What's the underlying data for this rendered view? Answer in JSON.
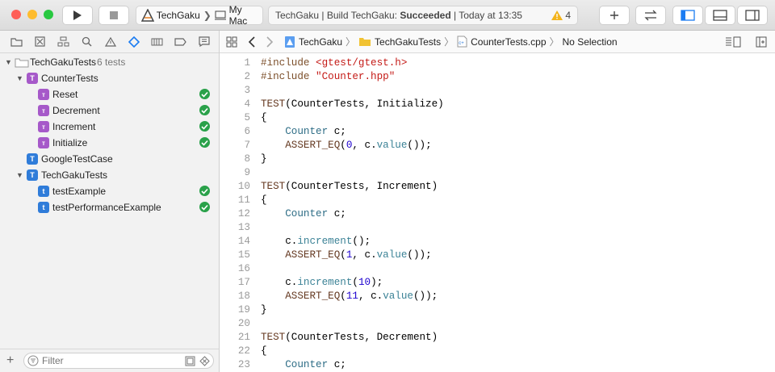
{
  "toolbar": {
    "scheme_name": "TechGaku",
    "scheme_sep": "❯",
    "destination": "My Mac",
    "activity_prefix": "TechGaku | Build TechGaku: ",
    "activity_status": "Succeeded",
    "activity_time": " | Today at 13:35",
    "warning_count": "4",
    "colors": {
      "close": "#fe5f57",
      "minimize": "#febc2e",
      "zoom": "#28c840",
      "accent": "#1b7cf2"
    }
  },
  "sidebar": {
    "navigator_icons": [
      "folder-icon",
      "source-control-icon",
      "hierarchy-icon",
      "search-icon",
      "warning-icon",
      "test-icon",
      "debug-icon",
      "breakpoint-icon",
      "report-icon"
    ],
    "root": {
      "name": "TechGakuTests",
      "count": "6 tests"
    },
    "groups": [
      {
        "name": "CounterTests",
        "badge": "T",
        "badge_color": "#a659c9",
        "tests": [
          {
            "name": "Reset",
            "passed": true
          },
          {
            "name": "Decrement",
            "passed": true
          },
          {
            "name": "Increment",
            "passed": true
          },
          {
            "name": "Initialize",
            "passed": true
          }
        ]
      },
      {
        "name": "GoogleTestCase",
        "badge": "T",
        "badge_color": "#2f7cd9",
        "tests": []
      },
      {
        "name": "TechGakuTests",
        "badge": "T",
        "badge_color": "#2f7cd9",
        "tests": [
          {
            "name": "testExample",
            "passed": true
          },
          {
            "name": "testPerformanceExample",
            "passed": true
          }
        ]
      }
    ],
    "filter_placeholder": "Filter"
  },
  "jumpbar": {
    "crumbs": [
      "TechGaku",
      "TechGakuTests",
      "CounterTests.cpp",
      "No Selection"
    ]
  },
  "editor": {
    "lines": [
      {
        "n": "1",
        "t": [
          {
            "c": "pp",
            "s": "#include "
          },
          {
            "c": "str",
            "s": "<gtest/gtest.h>"
          }
        ]
      },
      {
        "n": "2",
        "t": [
          {
            "c": "pp",
            "s": "#include "
          },
          {
            "c": "str",
            "s": "\"Counter.hpp\""
          }
        ]
      },
      {
        "n": "3",
        "t": []
      },
      {
        "n": "4",
        "t": [
          {
            "c": "mac",
            "s": "TEST"
          },
          {
            "c": "p",
            "s": "(CounterTests, Initialize)"
          }
        ]
      },
      {
        "n": "5",
        "t": [
          {
            "c": "p",
            "s": "{"
          }
        ]
      },
      {
        "n": "6",
        "t": [
          {
            "c": "p",
            "s": "    "
          },
          {
            "c": "typ",
            "s": "Counter"
          },
          {
            "c": "p",
            "s": " c;"
          }
        ]
      },
      {
        "n": "7",
        "t": [
          {
            "c": "p",
            "s": "    "
          },
          {
            "c": "mac",
            "s": "ASSERT_EQ"
          },
          {
            "c": "p",
            "s": "("
          },
          {
            "c": "num",
            "s": "0"
          },
          {
            "c": "p",
            "s": ", c."
          },
          {
            "c": "fn",
            "s": "value"
          },
          {
            "c": "p",
            "s": "());"
          }
        ]
      },
      {
        "n": "8",
        "t": [
          {
            "c": "p",
            "s": "}"
          }
        ]
      },
      {
        "n": "9",
        "t": []
      },
      {
        "n": "10",
        "t": [
          {
            "c": "mac",
            "s": "TEST"
          },
          {
            "c": "p",
            "s": "(CounterTests, Increment)"
          }
        ]
      },
      {
        "n": "11",
        "t": [
          {
            "c": "p",
            "s": "{"
          }
        ]
      },
      {
        "n": "12",
        "t": [
          {
            "c": "p",
            "s": "    "
          },
          {
            "c": "typ",
            "s": "Counter"
          },
          {
            "c": "p",
            "s": " c;"
          }
        ]
      },
      {
        "n": "13",
        "t": []
      },
      {
        "n": "14",
        "t": [
          {
            "c": "p",
            "s": "    c."
          },
          {
            "c": "fn",
            "s": "increment"
          },
          {
            "c": "p",
            "s": "();"
          }
        ]
      },
      {
        "n": "15",
        "t": [
          {
            "c": "p",
            "s": "    "
          },
          {
            "c": "mac",
            "s": "ASSERT_EQ"
          },
          {
            "c": "p",
            "s": "("
          },
          {
            "c": "num",
            "s": "1"
          },
          {
            "c": "p",
            "s": ", c."
          },
          {
            "c": "fn",
            "s": "value"
          },
          {
            "c": "p",
            "s": "());"
          }
        ]
      },
      {
        "n": "16",
        "t": []
      },
      {
        "n": "17",
        "t": [
          {
            "c": "p",
            "s": "    c."
          },
          {
            "c": "fn",
            "s": "increment"
          },
          {
            "c": "p",
            "s": "("
          },
          {
            "c": "num",
            "s": "10"
          },
          {
            "c": "p",
            "s": ");"
          }
        ]
      },
      {
        "n": "18",
        "t": [
          {
            "c": "p",
            "s": "    "
          },
          {
            "c": "mac",
            "s": "ASSERT_EQ"
          },
          {
            "c": "p",
            "s": "("
          },
          {
            "c": "num",
            "s": "11"
          },
          {
            "c": "p",
            "s": ", c."
          },
          {
            "c": "fn",
            "s": "value"
          },
          {
            "c": "p",
            "s": "());"
          }
        ]
      },
      {
        "n": "19",
        "t": [
          {
            "c": "p",
            "s": "}"
          }
        ]
      },
      {
        "n": "20",
        "t": []
      },
      {
        "n": "21",
        "t": [
          {
            "c": "mac",
            "s": "TEST"
          },
          {
            "c": "p",
            "s": "(CounterTests, Decrement)"
          }
        ]
      },
      {
        "n": "22",
        "t": [
          {
            "c": "p",
            "s": "{"
          }
        ]
      },
      {
        "n": "23",
        "t": [
          {
            "c": "p",
            "s": "    "
          },
          {
            "c": "typ",
            "s": "Counter"
          },
          {
            "c": "p",
            "s": " c;"
          }
        ]
      }
    ],
    "token_colors": {
      "pp": "#7c4f2a",
      "str": "#c41a16",
      "mac": "#643820",
      "typ": "#2e6d86",
      "fn": "#3b8296",
      "num": "#1c00cf",
      "p": "#000000"
    }
  }
}
